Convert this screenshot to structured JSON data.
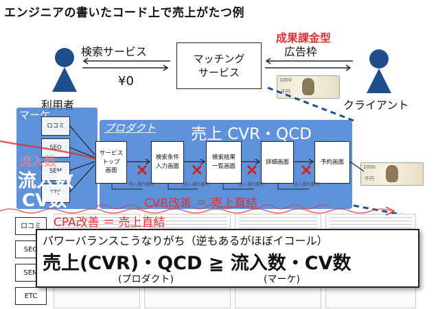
{
  "title": "エンジニアの書いたコード上で売上がたつ例",
  "top": {
    "search_service": "検索サービス",
    "price_zero": "¥0",
    "matching_service": "マッチング\nサービス",
    "performance_type": "成果課金型",
    "ad_slot": "広告枠",
    "user": "利用者",
    "client": "クライアント"
  },
  "marketing": {
    "title": "マーケ",
    "items": [
      "ロコミ",
      "SEO",
      "SEM",
      "ETC"
    ],
    "inflow_small": "流入数",
    "inflow_big": "流入数",
    "cv_big": "CV数"
  },
  "product": {
    "title": "プロダクト",
    "headline": "売上 CVR・QCD",
    "steps": [
      "サービス\nトップ\n画面",
      "検索条件\n入力画面",
      "検索結果\n一覧画面",
      "詳細画面",
      "予約画面"
    ],
    "leak_label": "（流入漏れ箇所）",
    "cvr_note": "CVR改善 ＝ 売上直結"
  },
  "cpa_note": "CPA改善 ＝ 売上直結",
  "bill": {
    "amount": "1000",
    "yen": "千円"
  },
  "overlay": {
    "line1": "パワーバランスこうなりがち（逆もあるがほぼイコール）",
    "line2": "売上(CVR)・QCD ≧ 流入数・CV数",
    "sub_product": "(プロダクト)",
    "sub_marketing": "(マーケ)"
  },
  "bottom_labels": [
    "ロコミ",
    "SEO",
    "SEM",
    "ETC"
  ],
  "colors": {
    "blue_panel": "#3b7bd4",
    "navy": "#1f4e8c",
    "red": "#e03030"
  }
}
